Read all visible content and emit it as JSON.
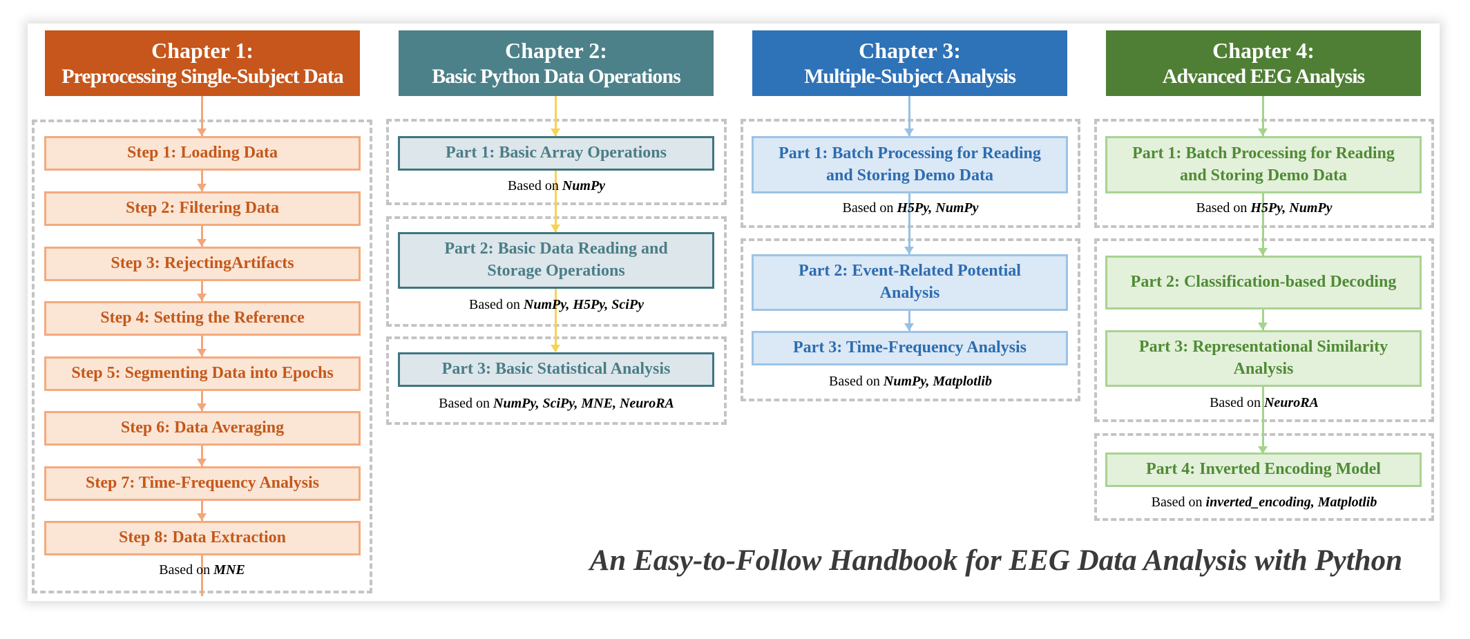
{
  "title": "An Easy-to-Follow Handbook for EEG Data Analysis with Python",
  "colors": {
    "chapter1": "#c6561b",
    "chapter2": "#4c8189",
    "chapter3": "#2e72b8",
    "chapter4": "#4f7f34"
  },
  "chapters": [
    {
      "heading": "Chapter 1:",
      "subtitle": "Preprocessing Single-Subject Data",
      "steps": [
        "Step 1: Loading Data",
        "Step 2: Filtering Data",
        "Step 3: RejectingArtifacts",
        "Step 4: Setting the Reference",
        "Step 5: Segmenting Data into Epochs",
        "Step 6: Data Averaging",
        "Step 7: Time-Frequency Analysis",
        "Step 8: Data Extraction"
      ],
      "notes": [
        {
          "prefix": "Based on ",
          "libs": "MNE"
        }
      ]
    },
    {
      "heading": "Chapter 2:",
      "subtitle": "Basic Python Data Operations",
      "parts": [
        "Part 1: Basic Array Operations",
        "Part 2: Basic Data Reading and Storage Operations",
        "Part 3: Basic Statistical Analysis"
      ],
      "notes": [
        {
          "prefix": "Based on ",
          "libs": "NumPy"
        },
        {
          "prefix": "Based on ",
          "libs": "NumPy, H5Py, SciPy"
        },
        {
          "prefix": "Based on ",
          "libs": "NumPy, SciPy, MNE, NeuroRA"
        }
      ]
    },
    {
      "heading": "Chapter 3:",
      "subtitle": "Multiple-Subject Analysis",
      "parts": [
        "Part 1: Batch Processing for Reading and Storing Demo Data",
        "Part 2: Event-Related Potential Analysis",
        "Part 3: Time-Frequency Analysis"
      ],
      "notes": [
        {
          "prefix": "Based on ",
          "libs": "H5Py, NumPy"
        },
        {
          "prefix": "Based on ",
          "libs": "NumPy, Matplotlib"
        }
      ]
    },
    {
      "heading": "Chapter 4:",
      "subtitle": "Advanced EEG Analysis",
      "parts": [
        "Part 1: Batch Processing for Reading and Storing Demo Data",
        "Part 2: Classification-based Decoding",
        "Part 3: Representational Similarity Analysis",
        "Part 4: Inverted Encoding Model"
      ],
      "notes": [
        {
          "prefix": "Based on ",
          "libs": "H5Py, NumPy"
        },
        {
          "prefix": "Based on ",
          "libs": "NeuroRA"
        },
        {
          "prefix": "Based on ",
          "libs": "inverted_encoding, Matplotlib"
        }
      ]
    }
  ]
}
